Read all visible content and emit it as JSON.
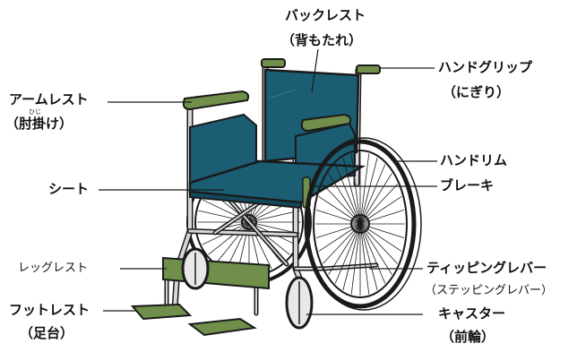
{
  "labels": {
    "backrest": "バックレスト",
    "backrest_sub": "（背もたれ）",
    "handgrip": "ハンドグリップ",
    "handgrip_sub": "（にぎり）",
    "armrest": "アームレスト",
    "armrest_sub": "（肘掛け）",
    "armrest_ruby": "ひじ",
    "handrim": "ハンドリム",
    "brake": "ブレーキ",
    "seat": "シート",
    "legrest": "レッグレスト",
    "tipping_lever": "ティッピングレバー",
    "tipping_lever_sub": "（ステッピングレバー）",
    "footrest": "フットレスト",
    "footrest_sub": "（足台）",
    "caster": "キャスター",
    "caster_sub": "（前輪）"
  },
  "colors": {
    "upholstery": "#1b5d73",
    "armpad": "#6f8f4a",
    "frame": "#d7d7d7",
    "outline": "#1a1a1a"
  }
}
